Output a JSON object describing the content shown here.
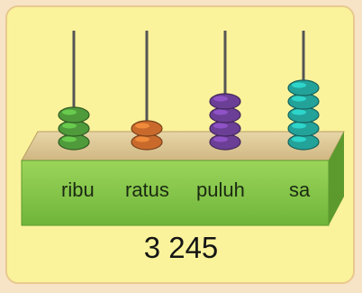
{
  "abacus": {
    "rods": [
      {
        "label": "ribu",
        "beads": 3,
        "color": "#4f9a3b"
      },
      {
        "label": "ratus",
        "beads": 2,
        "color": "#c96a2c"
      },
      {
        "label": "puluh",
        "beads": 4,
        "color": "#6c3f96"
      },
      {
        "label": "sa",
        "beads": 5,
        "color": "#23a29a"
      }
    ],
    "number": "3 245"
  },
  "colors": {
    "card_background": "#fbf39b",
    "base_front": "#86c64a",
    "base_top": "#dcc795",
    "rod": "#555555"
  }
}
